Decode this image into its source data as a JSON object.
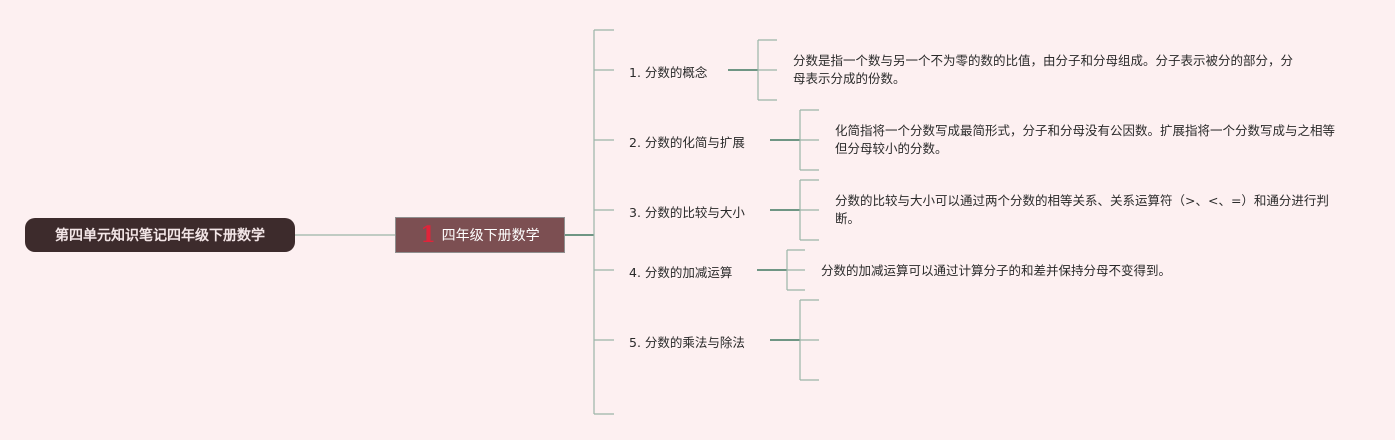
{
  "root": {
    "label": "第四单元知识笔记四年级下册数学"
  },
  "center": {
    "badge": "1",
    "label": "四年级下册数学"
  },
  "topics": [
    {
      "label": "1. 分数的概念",
      "detail": "分数是指一个数与另一个不为零的数的比值，由分子和分母组成。分子表示被分的部分，分母表示分成的份数。"
    },
    {
      "label": "2. 分数的化简与扩展",
      "detail": "化简指将一个分数写成最简形式，分子和分母没有公因数。扩展指将一个分数写成与之相等但分母较小的分数。"
    },
    {
      "label": "3. 分数的比较与大小",
      "detail": "分数的比较与大小可以通过两个分数的相等关系、关系运算符（>、<、=）和通分进行判断。"
    },
    {
      "label": "4. 分数的加减运算",
      "detail": "分数的加减运算可以通过计算分子的和差并保持分母不变得到。"
    },
    {
      "label": "5. 分数的乘法与除法",
      "detail": ""
    }
  ],
  "colors": {
    "background": "#fdf0f1",
    "root": "#3d2b2c",
    "center": "#7c4f52",
    "badge": "#e0243a",
    "line": "#7a9e8e"
  }
}
